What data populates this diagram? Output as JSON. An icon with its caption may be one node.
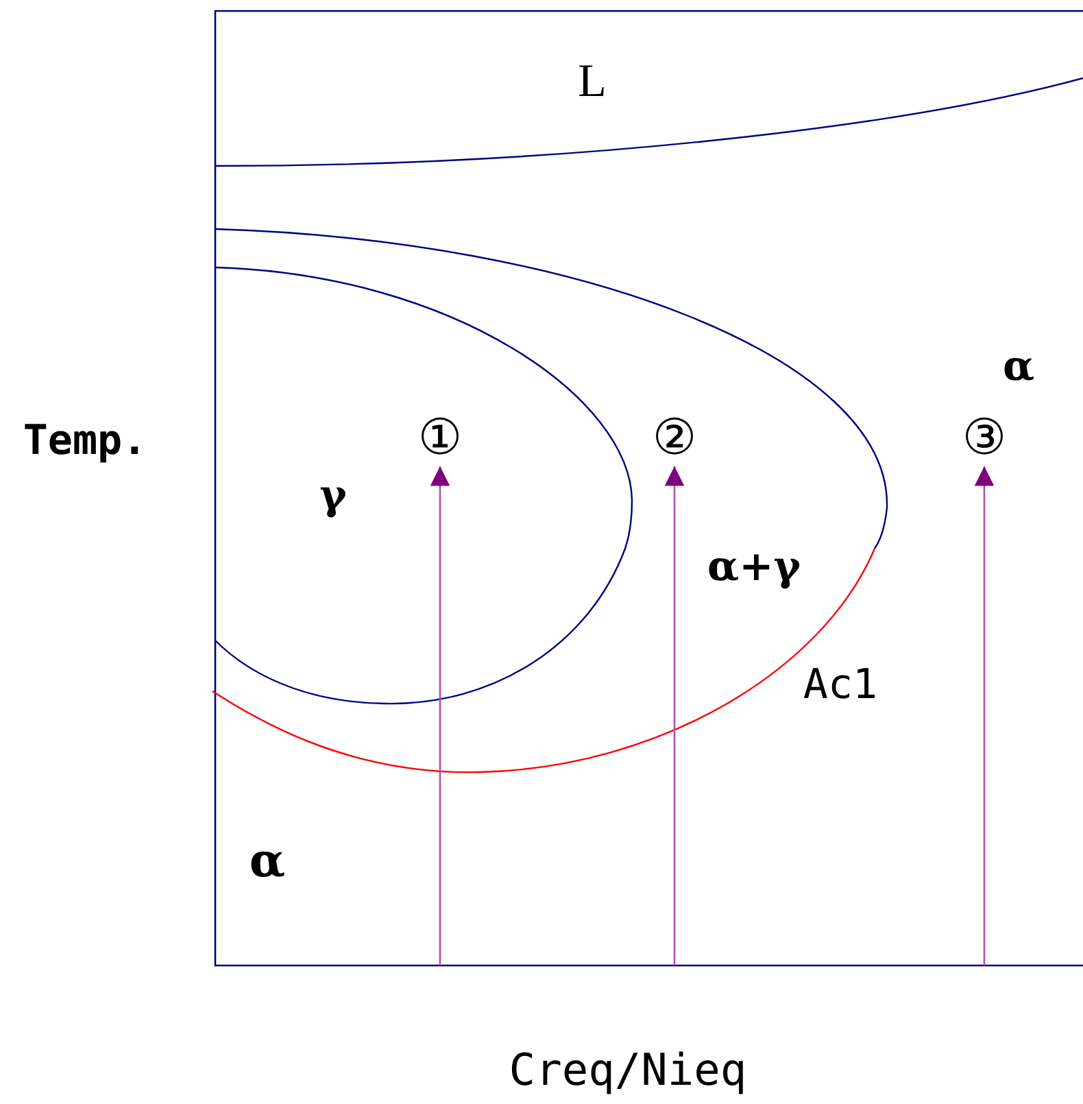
{
  "diagram": {
    "nodes": [
      {
        "text": [
          "①"
        ]
      },
      {
        "text": [
          "②"
        ]
      },
      {
        "text": [
          "③"
        ]
      }
    ],
    "edges": [
      {
        "from": null,
        "to": 0,
        "arrow": "to"
      },
      {
        "from": null,
        "to": 1,
        "arrow": "to"
      },
      {
        "from": null,
        "to": 2,
        "arrow": "to"
      }
    ],
    "labels": [
      "L",
      "α",
      "Temp.",
      "γ",
      "α+γ",
      "Ac1",
      "α",
      "Creq/Nieq"
    ]
  }
}
